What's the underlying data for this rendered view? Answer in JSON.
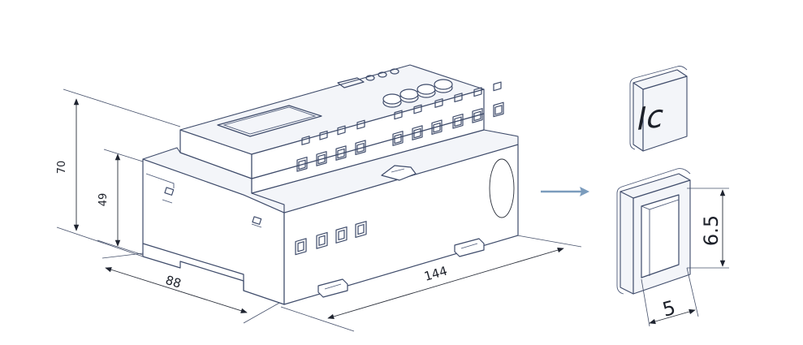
{
  "dimensions": {
    "height_total": "70",
    "height_body": "49",
    "depth": "88",
    "width": "144",
    "cap_height": "6.5",
    "cap_width": "5"
  },
  "cap_label": "Ic",
  "colors": {
    "line": "#3e4b6a",
    "pointer_arrow": "#7b9cbd"
  }
}
